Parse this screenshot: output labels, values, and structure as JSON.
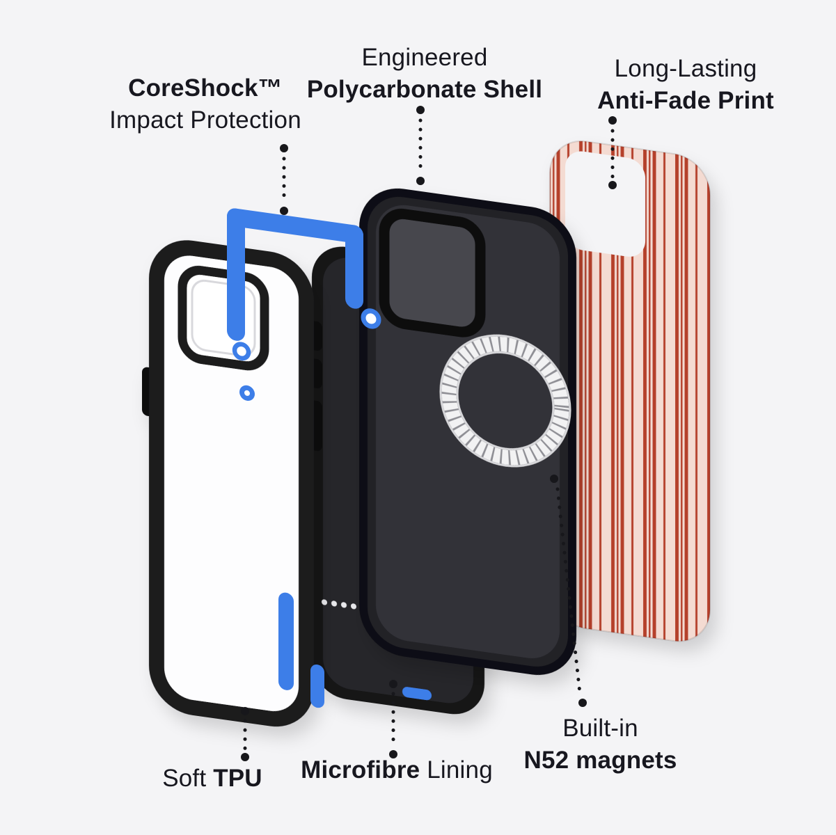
{
  "page": {
    "kind": "product-feature-diagram"
  },
  "colors": {
    "page_bg": "#f4f4f6",
    "text": "#17171f",
    "leader": "#17171b",
    "accent_blue": "#3d7ee8",
    "stripe_red": "#b5402c",
    "stripe_bg": "#f4dbd2"
  },
  "callouts": {
    "coreshock": {
      "emphasis": "CoreShock™",
      "rest": "Impact Protection"
    },
    "shell": {
      "rest": "Engineered",
      "emphasis": "Polycarbonate Shell"
    },
    "print": {
      "rest": "Long-Lasting",
      "emphasis": "Anti-Fade Print"
    },
    "tpu": {
      "rest": "Soft",
      "emphasis": "TPU"
    },
    "microfibre": {
      "emphasis": "Microfibre",
      "rest": "Lining"
    },
    "magnets": {
      "rest": "Built-in",
      "emphasis": "N52 magnets"
    }
  }
}
